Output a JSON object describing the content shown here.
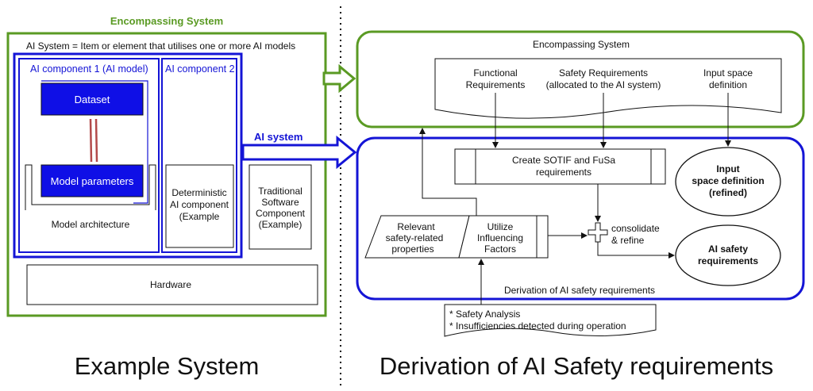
{
  "left": {
    "top_label": "Encompassing System",
    "ai_system_def": "AI System = Item or element that utilises one or more AI models",
    "component1_title": "AI component 1 (AI model)",
    "component2_title": "AI component 2",
    "dataset": "Dataset",
    "model_parameters": "Model parameters",
    "model_architecture": "Model architecture",
    "deterministic": [
      "Deterministic",
      "AI component",
      "(Example"
    ],
    "traditional": [
      "Traditional",
      "Software",
      "Component",
      "(Example)"
    ],
    "hardware": "Hardware",
    "ai_system_label": "AI system",
    "caption": "Example System"
  },
  "right": {
    "encompassing_title": "Encompassing System",
    "functional": [
      "Functional",
      "Requirements"
    ],
    "safety_req": [
      "Safety Requirements",
      "(allocated to the AI system)"
    ],
    "input_space": [
      "Input space",
      "definition"
    ],
    "create_sotif": [
      "Create SOTIF and FuSa",
      "requirements"
    ],
    "input_refined": [
      "Input",
      "space definition",
      "(refined)"
    ],
    "relevant": [
      "Relevant",
      "safety-related",
      "properties"
    ],
    "utilize": [
      "Utilize",
      "Influencing",
      "Factors"
    ],
    "consolidate": [
      "consolidate",
      "& refine"
    ],
    "ai_safety_req": [
      "AI safety",
      "requirements"
    ],
    "derivation_label": "Derivation of AI safety requirements",
    "analysis": [
      "* Safety Analysis",
      "* Insufficiencies detected during operation"
    ],
    "caption": "Derivation of AI Safety requirements"
  },
  "colors": {
    "green": "#5a9a23",
    "blue": "#1414d6",
    "dataset_fill": "#0f0fe6",
    "link": "#b34a4a"
  }
}
